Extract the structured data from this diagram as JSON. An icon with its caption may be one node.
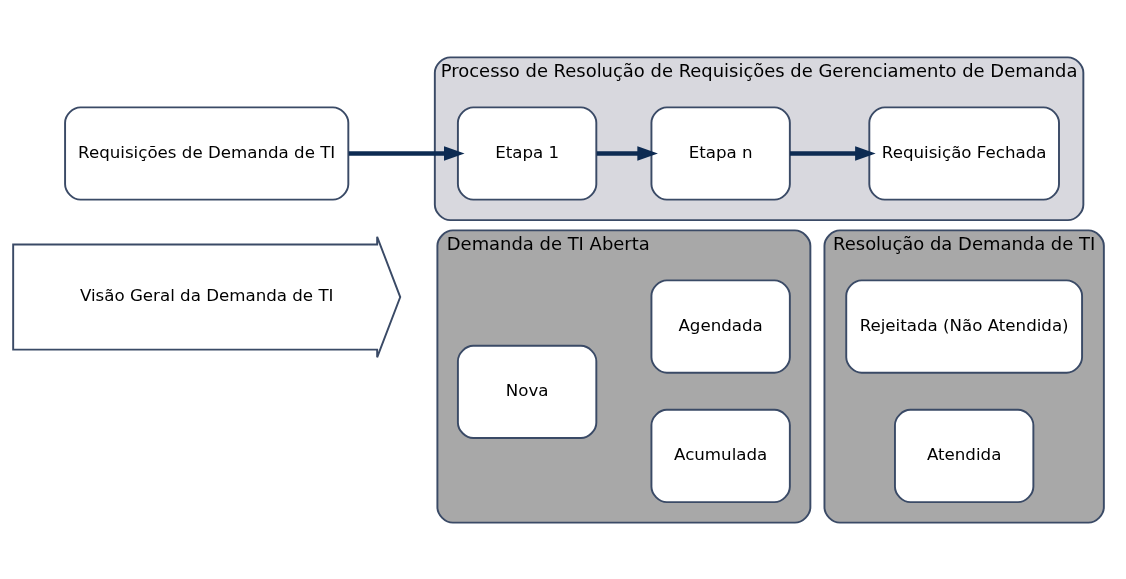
{
  "diagram": {
    "nodes": [
      {
        "text": [
          "Visão Geral da Demanda de TI"
        ]
      },
      {
        "text": [
          "Demanda de TI Aberta"
        ]
      },
      {
        "text": [
          "Nova"
        ],
        "in": 1
      },
      {
        "text": [
          "Agendada"
        ],
        "in": 1
      },
      {
        "text": [
          "Acumulada"
        ],
        "in": 1
      },
      {
        "text": [
          "Resolução da Demanda de TI"
        ]
      },
      {
        "text": [
          "Rejeitada (Não Atendida)"
        ],
        "in": 5
      },
      {
        "text": [
          "Atendida"
        ],
        "in": 5
      },
      {
        "text": [
          "Processo de Resolução de Requisições de Gerenciamento de Demanda"
        ]
      },
      {
        "text": [
          "Requisições de Demanda de TI"
        ]
      },
      {
        "text": [
          "Etapa 1"
        ],
        "in": 8
      },
      {
        "text": [
          "Etapa n"
        ],
        "in": 8
      },
      {
        "text": [
          "Requisição Fechada"
        ],
        "in": 8
      }
    ],
    "edges": [
      {
        "from": 9,
        "to": 10,
        "arrow": "to"
      },
      {
        "from": 10,
        "to": 11,
        "arrow": "to"
      },
      {
        "from": 11,
        "to": 12,
        "arrow": "to"
      }
    ]
  }
}
